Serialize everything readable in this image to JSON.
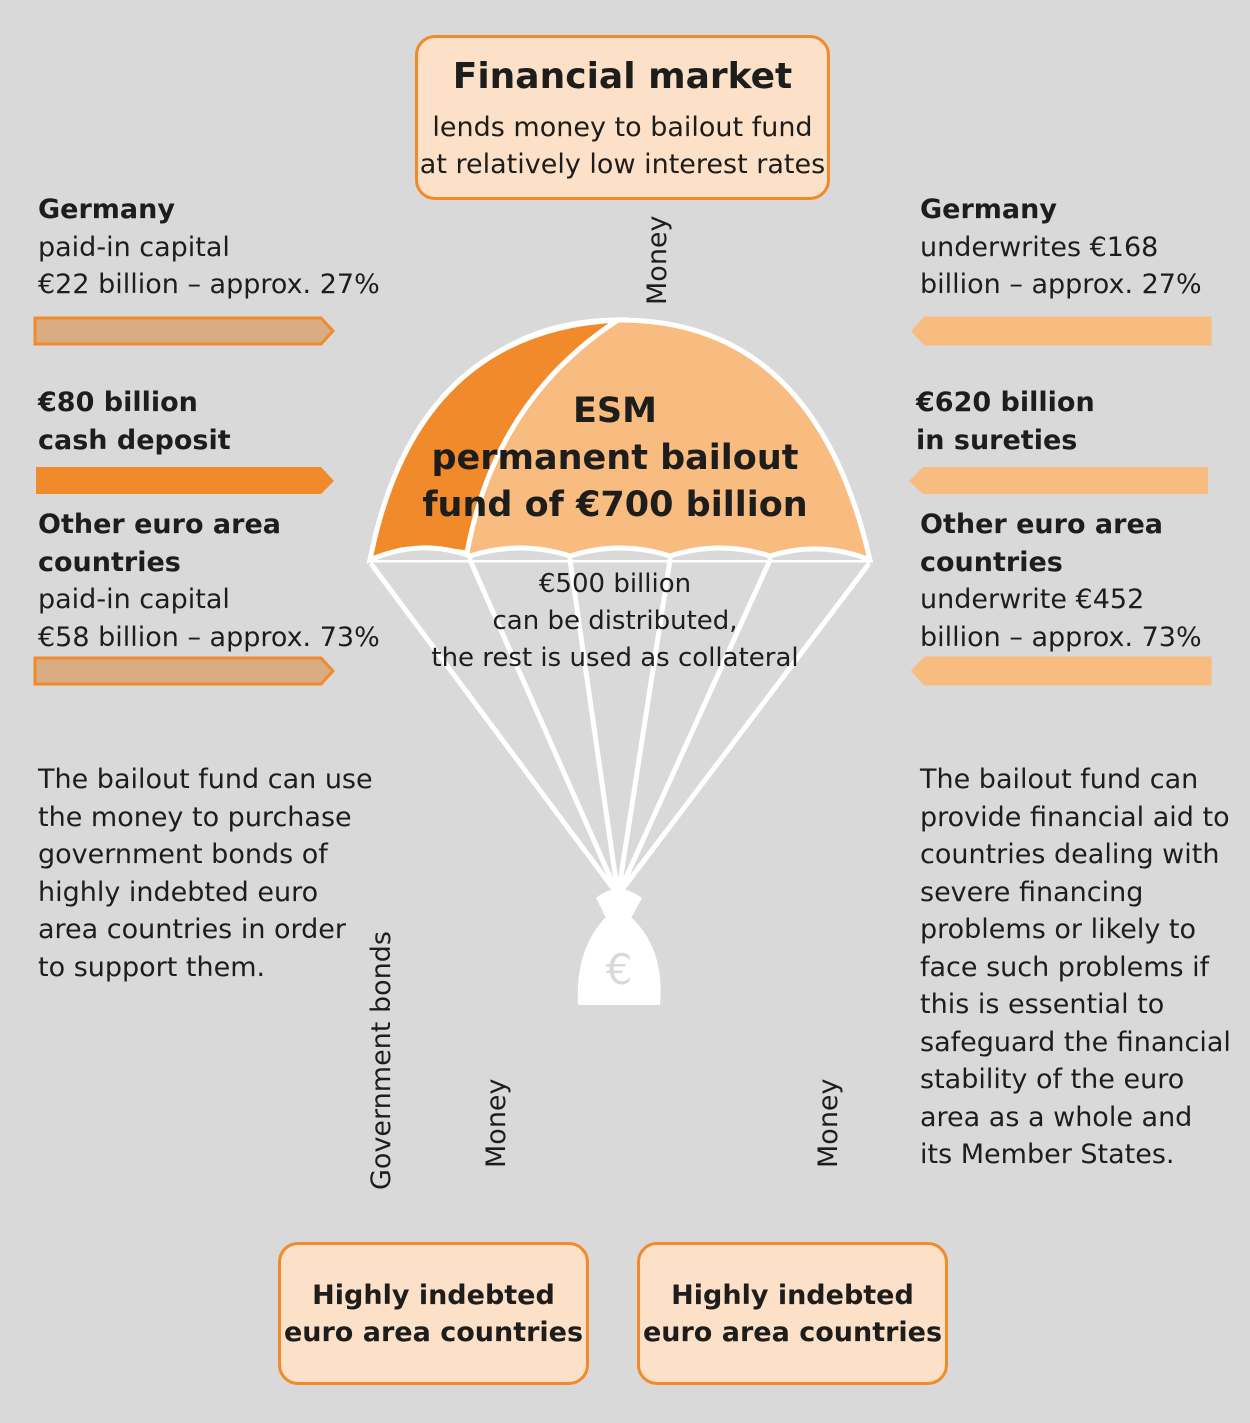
{
  "financial_market": {
    "title": "Financial market",
    "line1": "lends money to bailout fund",
    "line2": "at relatively low interest rates"
  },
  "labels": {
    "money_top": "Money",
    "government_bonds": "Government bonds",
    "money_left": "Money",
    "money_right": "Money"
  },
  "left": {
    "germany": {
      "title": "Germany",
      "line1": "paid-in capital",
      "line2": "€22 billion – approx. 27%"
    },
    "cash": {
      "line1": "€80 billion",
      "line2": "cash deposit"
    },
    "others": {
      "line1": "Other euro area",
      "line2": "countries",
      "line3": "paid-in capital",
      "line4": "€58 billion – approx. 73%"
    },
    "desc": [
      "The bailout fund can use",
      "the money to purchase",
      "government bonds of",
      "highly indebted euro",
      "area countries in order",
      "to support them."
    ]
  },
  "right": {
    "germany": {
      "title": "Germany",
      "line1": "underwrites €168",
      "line2": "billion – approx. 27%"
    },
    "sureties": {
      "line1": "€620 billion",
      "line2": "in sureties"
    },
    "others": {
      "line1": "Other euro area",
      "line2": "countries",
      "line3": "underwrite €452",
      "line4": "billion – approx. 73%"
    },
    "desc": [
      "The bailout fund can",
      "provide financial aid to",
      "countries dealing with",
      "severe financing",
      "problems or likely to",
      "face such problems if",
      "this is essential to",
      "safeguard the financial",
      "stability of the euro",
      "area as a whole and",
      "its Member States."
    ]
  },
  "esm": {
    "line1": "ESM",
    "line2": "permanent bailout",
    "line3": "fund of €700 billion",
    "sub1": "€500 billion",
    "sub2": "can be distributed,",
    "sub3": "the rest is used as collateral"
  },
  "bag_symbol": "€",
  "bottom": {
    "left": {
      "line1": "Highly indebted",
      "line2": "euro area countries"
    },
    "right": {
      "line1": "Highly indebted",
      "line2": "euro area countries"
    }
  },
  "colors": {
    "background": "#d9d9d9",
    "orange_dark": "#f08a2a",
    "orange_light": "#f8bb80",
    "tan": "#d9ac84",
    "box_fill": "#fce0c8",
    "white": "#ffffff"
  },
  "icons": [
    "parachute-icon",
    "money-bag-icon",
    "euro-icon"
  ]
}
